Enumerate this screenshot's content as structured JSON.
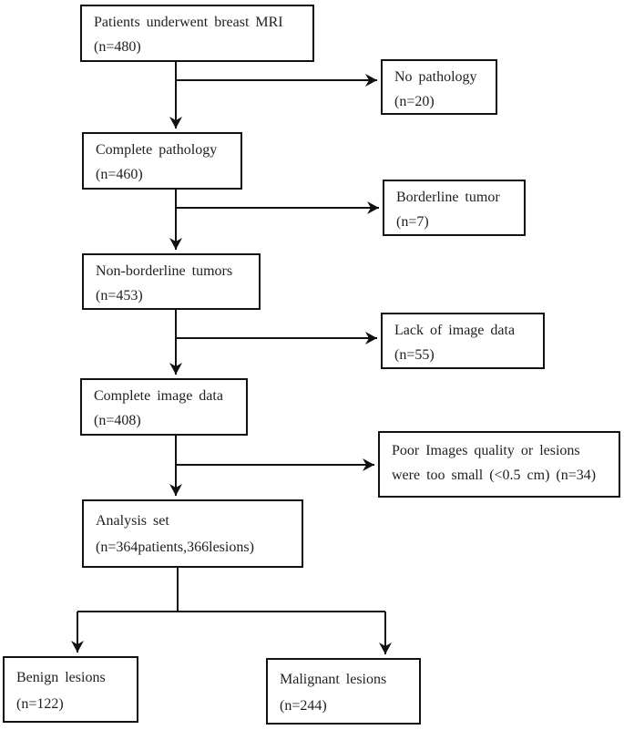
{
  "diagram": {
    "description": "Patient selection flowchart for breast MRI study",
    "boxes": [
      {
        "id": "patients-underwent-breast-mri",
        "line1": "Patients underwent breast MRI",
        "line2": "(n=480)"
      },
      {
        "id": "no-pathology",
        "line1": "No pathology",
        "line2": "(n=20)"
      },
      {
        "id": "complete-pathology",
        "line1": "Complete pathology",
        "line2": "(n=460)"
      },
      {
        "id": "borderline-tumor",
        "line1": "Borderline tumor",
        "line2": "(n=7)"
      },
      {
        "id": "non-borderline-tumors",
        "line1": "Non-borderline tumors",
        "line2": "(n=453)"
      },
      {
        "id": "lack-of-image-data",
        "line1": "Lack of image data",
        "line2": "(n=55)"
      },
      {
        "id": "complete-image-data",
        "line1": "Complete image data",
        "line2": "(n=408)"
      },
      {
        "id": "poor-image-quality",
        "line1": "Poor Images quality or lesions",
        "line2": "were too small (<0.5 cm) (n=34)"
      },
      {
        "id": "analysis-set",
        "line1": "Analysis set",
        "line2": "(n=364patients,366lesions)"
      },
      {
        "id": "benign-lesions",
        "line1": "Benign lesions",
        "line2": "(n=122)"
      },
      {
        "id": "malignant-lesions",
        "line1": "Malignant lesions",
        "line2": "(n=244)"
      }
    ]
  },
  "colors": {
    "border": "#111111",
    "arrow": "#111111",
    "text": "#1f1f1f",
    "background": "#ffffff"
  }
}
